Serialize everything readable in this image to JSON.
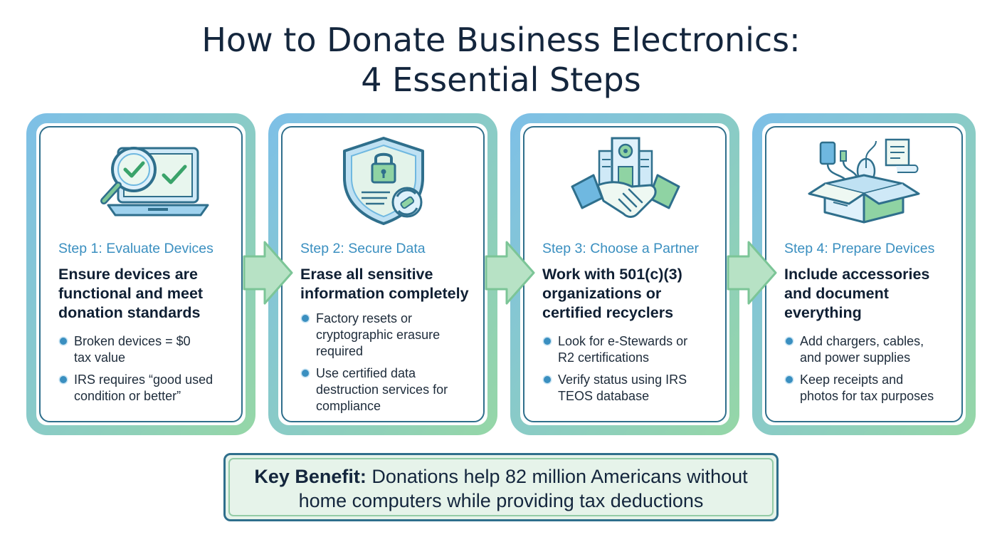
{
  "title": {
    "line1": "How to Donate Business Electronics:",
    "line2": "4 Essential Steps"
  },
  "colors": {
    "blue": "#6fb8e0",
    "green": "#8fd3a3",
    "dark_blue": "#2f6f8c",
    "step_label": "#3a8fc0",
    "benefit_bg": "#e6f3ea"
  },
  "steps": [
    {
      "icon": "laptop-magnifier-check-icon",
      "label": "Step 1: Evaluate Devices",
      "heading": [
        "Ensure devices are",
        "functional and meet",
        "donation standards"
      ],
      "bullets": [
        [
          "Broken devices = $0",
          "tax value"
        ],
        [
          "IRS requires “good used",
          "condition or better”"
        ]
      ]
    },
    {
      "icon": "shield-lock-icon",
      "label": "Step 2: Secure Data",
      "heading": [
        "Erase all sensitive",
        "information completely"
      ],
      "bullets": [
        [
          "Factory resets or",
          "cryptographic erasure",
          "required"
        ],
        [
          "Use certified data",
          "destruction services for",
          "compliance"
        ]
      ]
    },
    {
      "icon": "handshake-building-icon",
      "label": "Step 3: Choose a Partner",
      "heading": [
        "Work with 501(c)(3)",
        "organizations or",
        "certified recyclers"
      ],
      "bullets": [
        [
          "Look for e-Stewards or",
          "R2 certifications"
        ],
        [
          "Verify status using IRS",
          "TEOS database"
        ]
      ]
    },
    {
      "icon": "box-accessories-icon",
      "label": "Step 4: Prepare Devices",
      "heading": [
        "Include accessories",
        "and document",
        "everything"
      ],
      "bullets": [
        [
          "Add chargers, cables,",
          "and power supplies"
        ],
        [
          "Keep receipts and",
          "photos for tax purposes"
        ]
      ]
    }
  ],
  "benefit": {
    "label": "Key Benefit:",
    "line1": " Donations help 82 million Americans without",
    "line2": "home computers while providing tax deductions"
  }
}
